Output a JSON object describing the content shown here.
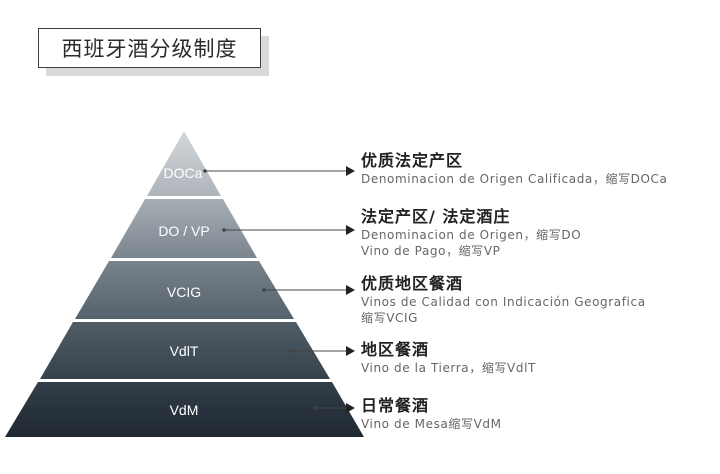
{
  "title": "西班牙酒分级制度",
  "colors": {
    "tiers": [
      "#bfc4c9",
      "#8a939b",
      "#5c6770",
      "#3c4852",
      "#262f3a"
    ],
    "line": "#444444"
  },
  "tiers": [
    {
      "code": "DOCa",
      "name": "优质法定产区",
      "lines": [
        "Denominacion de Origen Calificada，缩写DOCa"
      ]
    },
    {
      "code": "DO / VP",
      "name": "法定产区/ 法定酒庄",
      "lines": [
        "Denominacion de Origen，缩写DO",
        "Vino de Pago，缩写VP"
      ]
    },
    {
      "code": "VCIG",
      "name": "优质地区餐酒",
      "lines": [
        "Vinos de Calidad con Indicación Geografica",
        "缩写VCIG"
      ]
    },
    {
      "code": "VdlT",
      "name": "地区餐酒",
      "lines": [
        "Vino de la Tierra，缩写VdlT"
      ]
    },
    {
      "code": "VdM",
      "name": "日常餐酒",
      "lines": [
        "Vino de Mesa缩写VdM"
      ]
    }
  ]
}
